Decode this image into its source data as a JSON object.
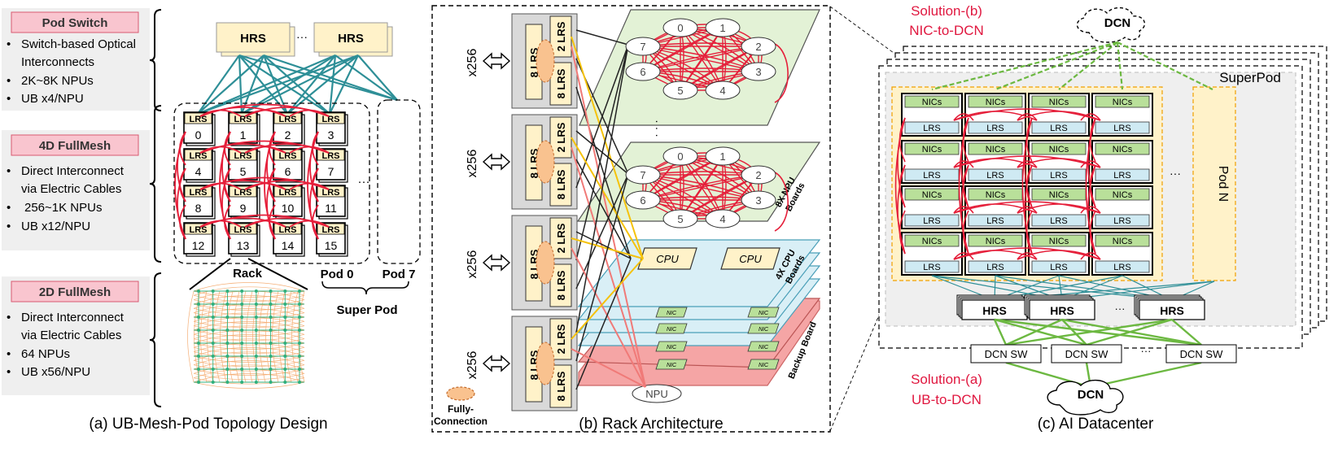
{
  "colors": {
    "pink_header": "#f9c5cf",
    "beige": "#fff2c9",
    "green_board": "#e3f2d6",
    "blue_board": "#d9eff6",
    "pink_board": "#f5a5a5",
    "teal": "#2e8f97",
    "red_link": "#e51f3a",
    "yellow_link": "#f5c20b",
    "salmon_link": "#f07a78",
    "green_link": "#6cb841",
    "solution_red": "#e0173f",
    "gray_panel": "#efefef"
  },
  "panel_a": {
    "caption": "(a) UB-Mesh-Pod Topology Design",
    "pod_switch": {
      "title": "Pod Switch",
      "bullets": [
        "Switch-based Optical",
        "Interconnects",
        "2K~8K NPUs",
        "UB x4/NPU"
      ]
    },
    "fullmesh_4d": {
      "title": "4D FullMesh",
      "bullets": [
        "Direct Interconnect",
        "via Electric Cables",
        "256~1K NPUs",
        "UB x12/NPU"
      ]
    },
    "fullmesh_2d": {
      "title": "2D FullMesh",
      "bullets": [
        "Direct Interconnect",
        "via Electric Cables",
        "64 NPUs",
        "UB x56/NPU"
      ]
    },
    "hrs_label": "HRS",
    "hrs_ellipsis": "···",
    "lrs_label": "LRS",
    "grid_numbers": [
      "0",
      "1",
      "2",
      "3",
      "4",
      "5",
      "6",
      "7",
      "8",
      "9",
      "10",
      "11",
      "12",
      "13",
      "14",
      "15"
    ],
    "grid_ellipsis": "···",
    "rack_label": "Rack",
    "pod0_label": "Pod 0",
    "pod7_label": "Pod 7",
    "superpod_label": "Super Pod"
  },
  "panel_b": {
    "caption": "(b) Rack  Architecture",
    "x256_label": "x256",
    "lrs8_label": "8 LRS",
    "lrs2_label": "2 LRS",
    "fully_connection": [
      "Fully-",
      "Connection"
    ],
    "npu_nodes": [
      "0",
      "1",
      "2",
      "3",
      "4",
      "5",
      "6",
      "7"
    ],
    "board_ellipsis": "·  ·  ·",
    "npu_boards_label": [
      "8X NPU",
      "Boards"
    ],
    "cpu_boards_label": [
      "4X CPU",
      "Boards"
    ],
    "cpu_label": "CPU",
    "nic_label": "NIC",
    "npu_label": "NPU",
    "backup_board_label": "Backup Board"
  },
  "panel_c": {
    "caption": "(c) AI Datacenter",
    "solution_b": [
      "Solution-(b)",
      "NIC-to-DCN"
    ],
    "solution_a": [
      "Solution-(a)",
      "UB-to-DCN"
    ],
    "dcn_label": "DCN",
    "superpod_label": "SuperPod",
    "nics_label": "NICs",
    "lrs_label": "LRS",
    "pod_n_label": "Pod N",
    "ellipsis": "···",
    "hrs_label": "HRS",
    "dcn_sw_label": "DCN SW"
  }
}
